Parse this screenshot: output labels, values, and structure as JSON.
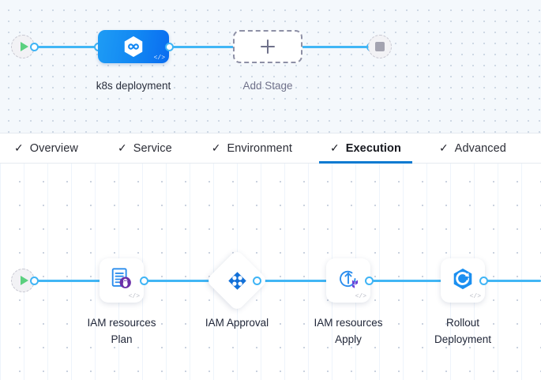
{
  "stage_row": {
    "start_node": {
      "name": "start-node",
      "icon": "play-icon"
    },
    "end_node": {
      "name": "end-node",
      "icon": "stop-icon"
    },
    "stage": {
      "label": "k8s deployment",
      "icon": "harness-deployment-hexagon-icon",
      "code_glyph": "</>"
    },
    "add_stage": {
      "label": "Add Stage",
      "icon": "plus-icon"
    }
  },
  "tabs": [
    {
      "label": "Overview",
      "check": "✓",
      "active": false
    },
    {
      "label": "Service",
      "check": "✓",
      "active": false
    },
    {
      "label": "Environment",
      "check": "✓",
      "active": false
    },
    {
      "label": "Execution",
      "check": "✓",
      "active": true
    },
    {
      "label": "Advanced",
      "check": "✓",
      "active": false
    }
  ],
  "execution": {
    "start_node": {
      "name": "exec-start-node",
      "icon": "play-icon"
    },
    "steps": [
      {
        "label": "IAM resources\nPlan",
        "icon": "terraform-plan-icon",
        "code_glyph": "</>",
        "shape": "rounded"
      },
      {
        "label": "IAM Approval",
        "icon": "harness-approval-icon",
        "code_glyph": "",
        "shape": "diamond"
      },
      {
        "label": "IAM resources\nApply",
        "icon": "terraform-apply-icon",
        "code_glyph": "</>",
        "shape": "rounded"
      },
      {
        "label": "Rollout\nDeployment",
        "icon": "rollout-deployment-icon",
        "code_glyph": "</>",
        "shape": "rounded"
      }
    ]
  },
  "colors": {
    "connector": "#41b6f5",
    "stage_gradient_start": "#1e9cf4",
    "stage_gradient_end": "#0a6cf0",
    "active_tab_underline": "#0b7ad1",
    "play_green": "#5bd07f",
    "terraform_purple": "#7b42bc",
    "node_icon_blue": "#1b8ff0",
    "stage_canvas_bg": "#f4f8fc",
    "exec_canvas_bg": "#ffffff"
  }
}
